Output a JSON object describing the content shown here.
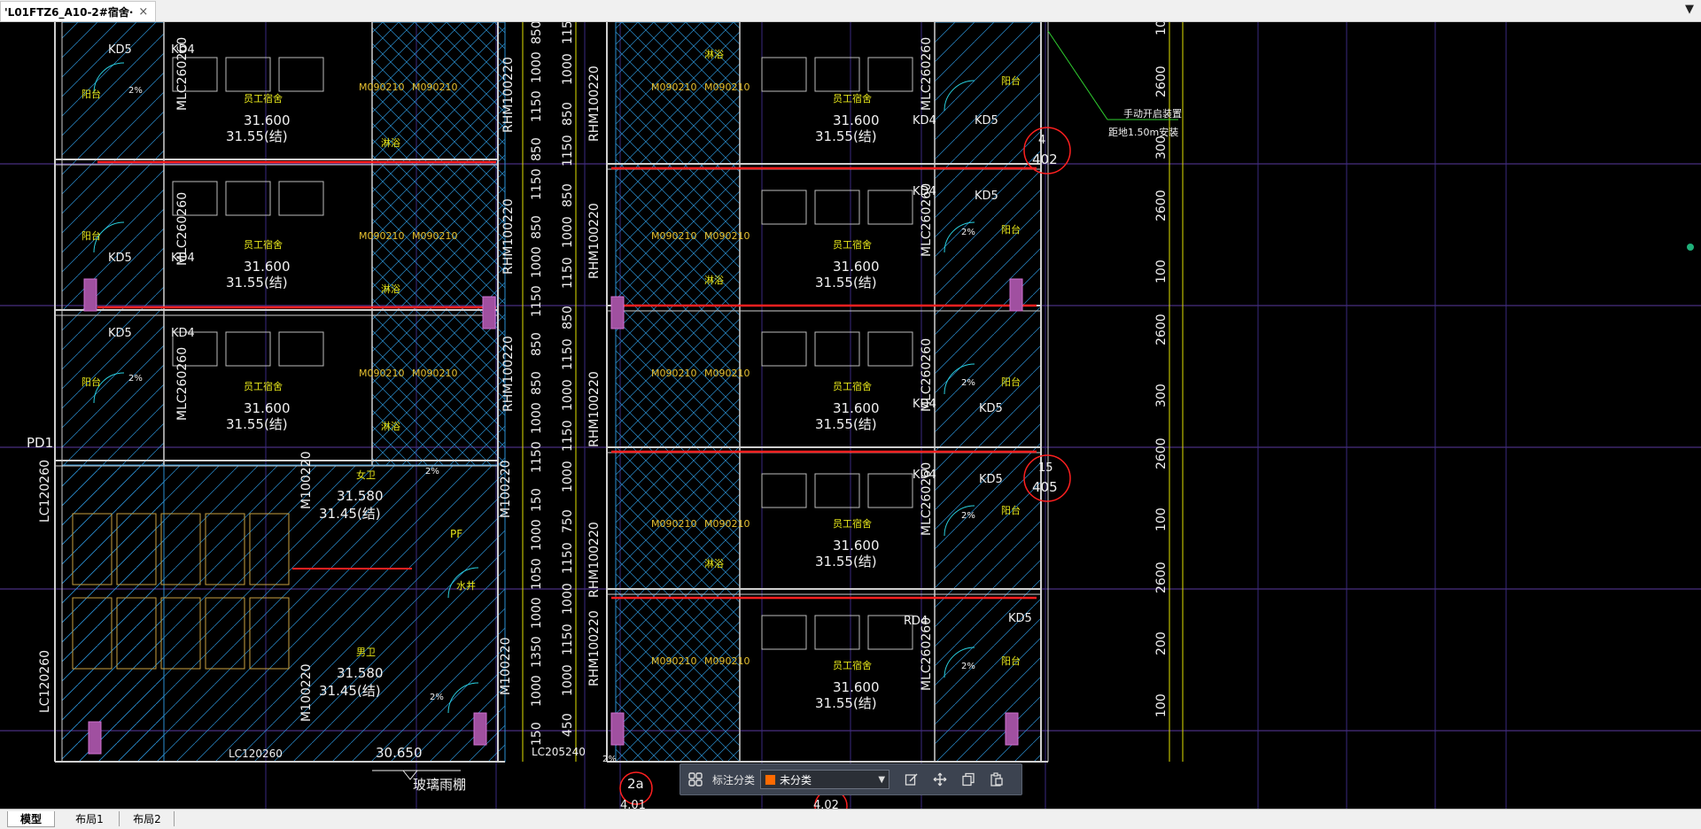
{
  "document_tab": {
    "title": "'L01FTZ6_A10-2#宿舍·",
    "close_glyph": "×"
  },
  "menu_arrow_glyph": "▼",
  "layout_tabs": [
    "模型",
    "布局1",
    "布局2"
  ],
  "toolbar": {
    "category_label": "标注分类",
    "category_value": "未分类",
    "category_color": "#ff6a00",
    "icons": [
      "grid-icon",
      "edit-icon",
      "move-icon",
      "copy-icon",
      "paste-icon"
    ]
  },
  "drawing": {
    "room_label": "员工宿舍",
    "rooms_left": [
      {
        "elev": "31.600",
        "struct": "31.55(结)"
      },
      {
        "elev": "31.600",
        "struct": "31.55(结)"
      },
      {
        "elev": "31.600",
        "struct": "31.55(结)"
      }
    ],
    "rooms_right": [
      {
        "elev": "31.600",
        "struct": "31.55(结)"
      },
      {
        "elev": "31.600",
        "struct": "31.55(结)"
      },
      {
        "elev": "31.600",
        "struct": "31.55(结)"
      },
      {
        "elev": "31.600",
        "struct": "31.55(结)"
      },
      {
        "elev": "31.600",
        "struct": "31.55(结)"
      }
    ],
    "toilet_top": {
      "label": "女卫",
      "elev": "31.580",
      "struct": "31.45(结)"
    },
    "toilet_bottom": {
      "label": "男卫",
      "elev": "31.580",
      "struct": "31.45(结)"
    },
    "balcony": "阳台",
    "bath": "淋浴",
    "pd_label": "PD1",
    "door_codes": [
      "M090210",
      "RHM100220",
      "M100220",
      "MLC260260",
      "LC120260",
      "LC205240"
    ],
    "window_codes": [
      "KD4",
      "KD5",
      "RD4"
    ],
    "shaft_label": "水井",
    "pf_label": "PF",
    "slope": "2%",
    "canopy_elev": "30.650",
    "canopy_label": "玻璃雨棚",
    "section_marks": [
      {
        "top": "2a",
        "bottom": "4.01"
      },
      {
        "top": "",
        "bottom": "4.02"
      }
    ],
    "note_line1": "手动开启装置",
    "note_line2": "距地1.50m安装",
    "axis_bubbles": [
      {
        "top": "4",
        "bottom": "402"
      },
      {
        "top": "15",
        "bottom": "405"
      }
    ],
    "dims_left": [
      "850",
      "1000",
      "1150",
      "850",
      "1150",
      "850",
      "1000",
      "1150",
      "850",
      "850",
      "1000",
      "1150",
      "150",
      "1000",
      "1050",
      "1000",
      "1350",
      "1000",
      "150"
    ],
    "dims_right_col": [
      "1150",
      "1000",
      "850",
      "1150",
      "850",
      "1000",
      "1150",
      "850",
      "1150",
      "1000",
      "1150",
      "1000",
      "750",
      "1150",
      "1000",
      "1150",
      "1000",
      "450"
    ],
    "dims_far": [
      "10",
      "2600",
      "300",
      "2600",
      "100",
      "2600",
      "300",
      "2600",
      "100",
      "2600",
      "200",
      "100"
    ]
  }
}
